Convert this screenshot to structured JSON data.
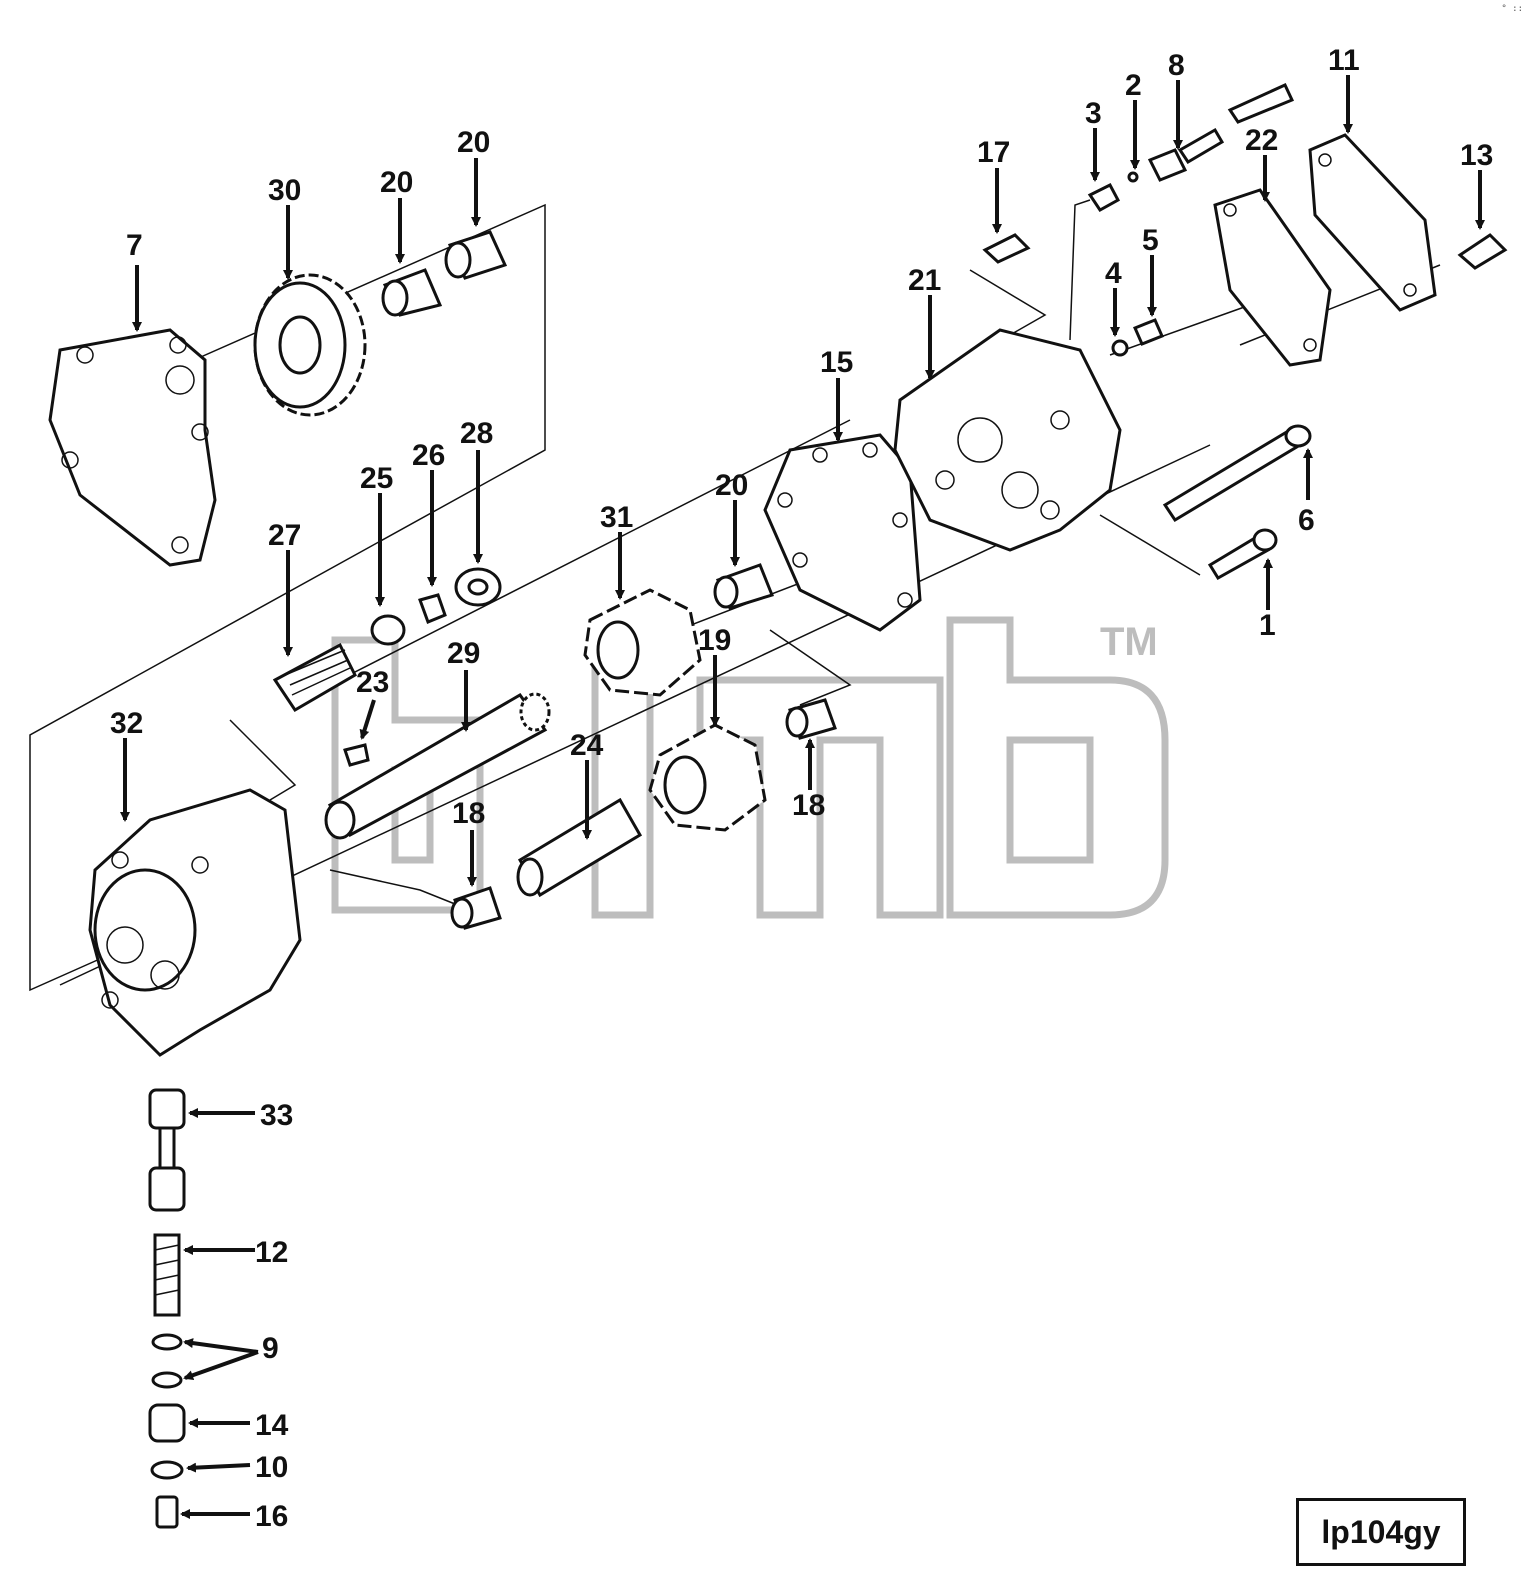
{
  "figure": {
    "reference_code": "lp104gy",
    "watermark": "TM",
    "corner_mark": "° ::"
  },
  "callouts": [
    {
      "id": "c1",
      "label": "1"
    },
    {
      "id": "c2",
      "label": "2"
    },
    {
      "id": "c3",
      "label": "3"
    },
    {
      "id": "c4",
      "label": "4"
    },
    {
      "id": "c5",
      "label": "5"
    },
    {
      "id": "c6",
      "label": "6"
    },
    {
      "id": "c7",
      "label": "7"
    },
    {
      "id": "c8",
      "label": "8"
    },
    {
      "id": "c9",
      "label": "9"
    },
    {
      "id": "c10",
      "label": "10"
    },
    {
      "id": "c11",
      "label": "11"
    },
    {
      "id": "c12",
      "label": "12"
    },
    {
      "id": "c13",
      "label": "13"
    },
    {
      "id": "c14",
      "label": "14"
    },
    {
      "id": "c15",
      "label": "15"
    },
    {
      "id": "c16",
      "label": "16"
    },
    {
      "id": "c17",
      "label": "17"
    },
    {
      "id": "c18a",
      "label": "18"
    },
    {
      "id": "c18b",
      "label": "18"
    },
    {
      "id": "c19",
      "label": "19"
    },
    {
      "id": "c20a",
      "label": "20"
    },
    {
      "id": "c20b",
      "label": "20"
    },
    {
      "id": "c20c",
      "label": "20"
    },
    {
      "id": "c21",
      "label": "21"
    },
    {
      "id": "c22",
      "label": "22"
    },
    {
      "id": "c23",
      "label": "23"
    },
    {
      "id": "c24",
      "label": "24"
    },
    {
      "id": "c25",
      "label": "25"
    },
    {
      "id": "c26",
      "label": "26"
    },
    {
      "id": "c27",
      "label": "27"
    },
    {
      "id": "c28",
      "label": "28"
    },
    {
      "id": "c29",
      "label": "29"
    },
    {
      "id": "c30",
      "label": "30"
    },
    {
      "id": "c31",
      "label": "31"
    },
    {
      "id": "c32",
      "label": "32"
    },
    {
      "id": "c33",
      "label": "33"
    }
  ]
}
